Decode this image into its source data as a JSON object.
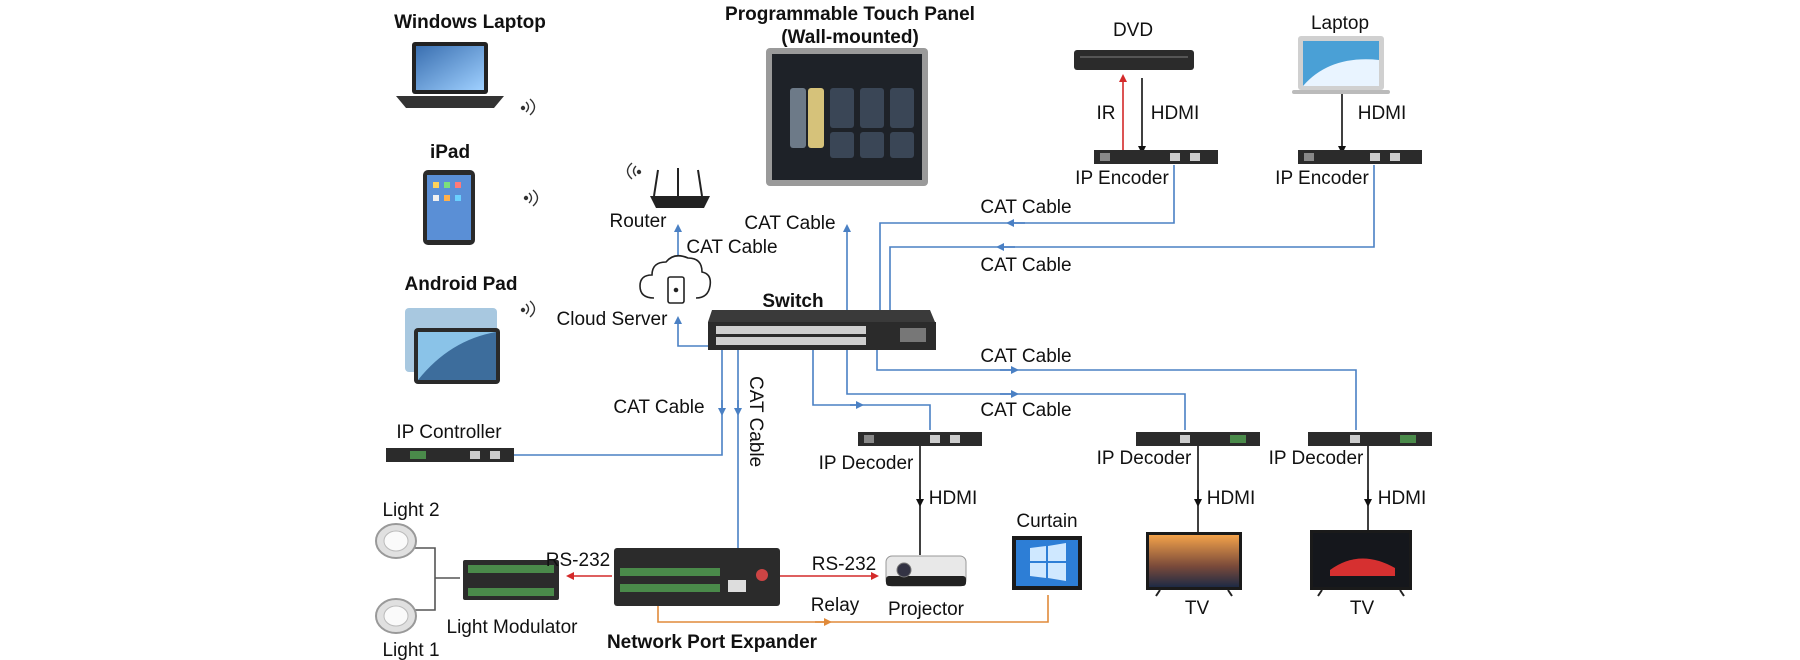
{
  "devices": {
    "windows_laptop": "Windows Laptop",
    "ipad": "iPad",
    "android_pad": "Android Pad",
    "touch_panel_line1": "Programmable Touch Panel",
    "touch_panel_line2": "(Wall-mounted)",
    "router": "Router",
    "cloud_server": "Cloud Server",
    "switch": "Switch",
    "ip_controller": "IP Controller",
    "dvd": "DVD",
    "laptop": "Laptop",
    "ip_encoder_1": "IP Encoder",
    "ip_encoder_2": "IP Encoder",
    "ip_decoder_1": "IP Decoder",
    "ip_decoder_2": "IP Decoder",
    "ip_decoder_3": "IP Decoder",
    "light_2": "Light 2",
    "light_1": "Light 1",
    "light_modulator": "Light Modulator",
    "network_port_expander": "Network Port Expander",
    "projector": "Projector",
    "curtain": "Curtain",
    "tv_1": "TV",
    "tv_2": "TV"
  },
  "connections": {
    "cat_router": "CAT Cable",
    "cat_touch_panel": "CAT Cable",
    "cat_encoder_1": "CAT Cable",
    "cat_encoder_2": "CAT Cable",
    "cat_decoder_3": "CAT Cable",
    "cat_decoder_2": "CAT Cable",
    "cat_controller": "CAT Cable",
    "cat_expander": "CAT Cable",
    "ir": "IR",
    "hdmi_dvd": "HDMI",
    "hdmi_laptop": "HDMI",
    "hdmi_decoder_1": "HDMI",
    "hdmi_decoder_2": "HDMI",
    "hdmi_decoder_3": "HDMI",
    "rs232_left": "RS-232",
    "rs232_right": "RS-232",
    "relay": "Relay"
  },
  "colors": {
    "cat_cable": "#4a80c4",
    "ir_line": "#d42a2a",
    "relay_line": "#e08a3a",
    "hdmi_line": "#111111",
    "device_dark": "#2b2b2b"
  },
  "icons": [
    "wifi-icon",
    "monitor-icon",
    "server-icon"
  ]
}
